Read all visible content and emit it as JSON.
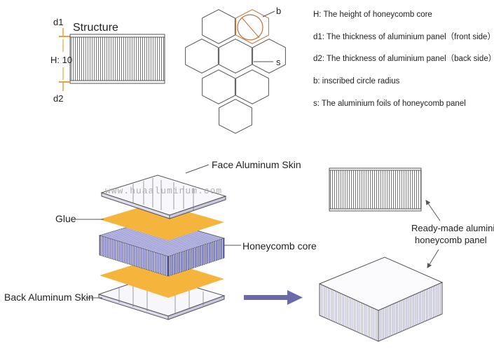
{
  "structure": {
    "title": "Structure",
    "h_label": "H: 10",
    "d1_label": "d1",
    "d2_label": "d2"
  },
  "hex_labels": {
    "b": "b",
    "s": "s"
  },
  "legend": [
    "H: The height of honeycomb core",
    "d1: The thickness of aluminium panel（front side）",
    "d2: The thickness of aluminium panel（back side）",
    "b: inscribed circle radius",
    "s: The aluminium foils of  honeycomb panel"
  ],
  "exploded": {
    "face_skin": "Face Aluminum Skin",
    "glue": "Glue",
    "honeycomb_core": "Honeycomb core",
    "back_skin": "Back Aluminum Skin"
  },
  "watermark": "www.huaaluminum.com",
  "result_label": [
    "Ready-made aluminium",
    "honeycomb panel"
  ],
  "colors": {
    "glue": "#f5b53c",
    "core": "#7070b8",
    "line": "#555555",
    "arrow": "#6a6aa8",
    "accent": "#e8a040",
    "hex_highlight": "#c0703a"
  }
}
